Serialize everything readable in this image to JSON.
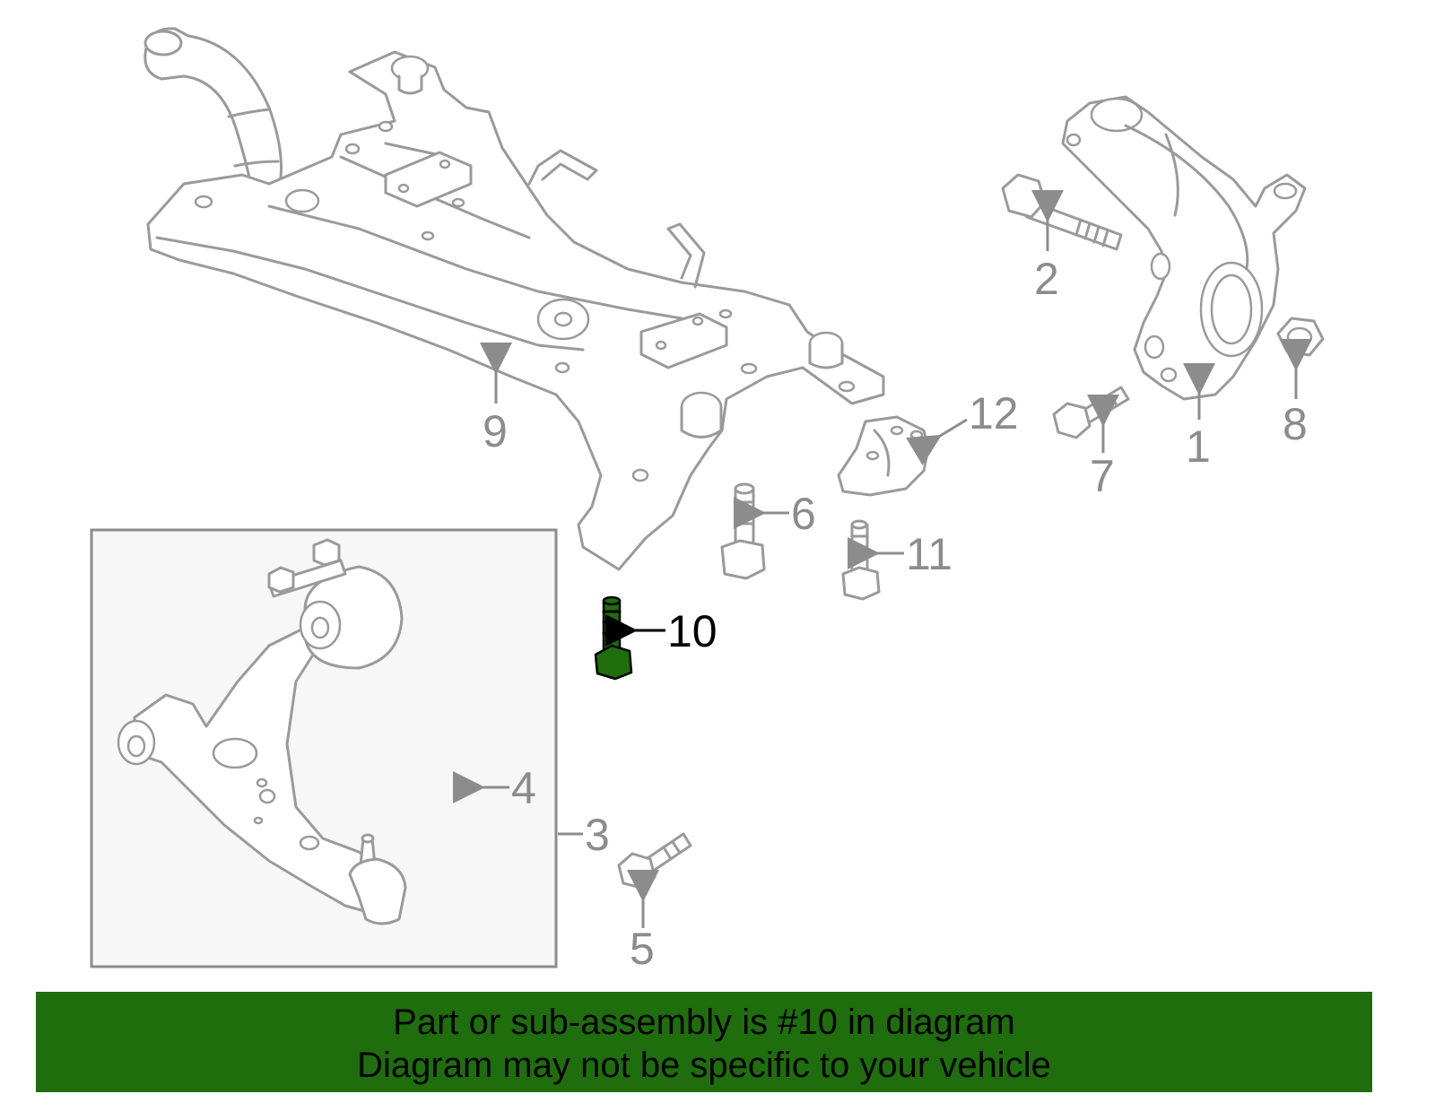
{
  "highlight_color": "#1f6e0d",
  "callouts": {
    "c1": "1",
    "c2": "2",
    "c3": "3",
    "c4": "4",
    "c5": "5",
    "c6": "6",
    "c7": "7",
    "c8": "8",
    "c9": "9",
    "c10": "10",
    "c11": "11",
    "c12": "12"
  },
  "highlighted_callout": "10",
  "banner": {
    "line1": "Part or sub-assembly is #10 in diagram",
    "line2": "Diagram may not be specific to your vehicle"
  }
}
